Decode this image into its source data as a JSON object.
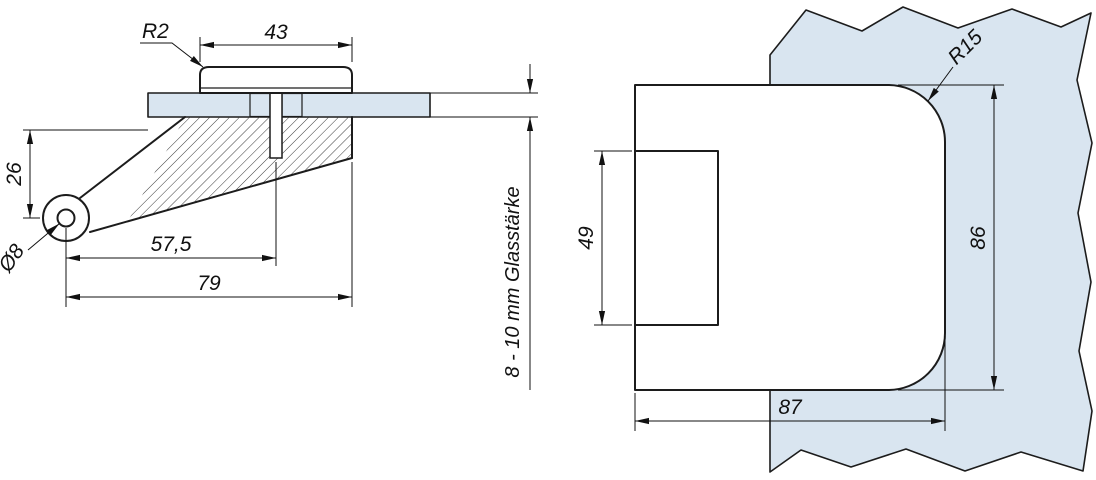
{
  "colors": {
    "glass": "#d9e5f0",
    "line": "#1c1c1c"
  },
  "side_view": {
    "dimensions": {
      "cap_radius": "R2",
      "cap_width": "43",
      "arm_height": "26",
      "hole_diameter": "Ø8",
      "screw_offset": "57,5",
      "total_length": "79",
      "glass_thickness_note": "8 - 10 mm Glasstärke"
    }
  },
  "front_view": {
    "dimensions": {
      "corner_radius": "R15",
      "inner_height": "49",
      "outer_height": "86",
      "width": "87"
    }
  }
}
